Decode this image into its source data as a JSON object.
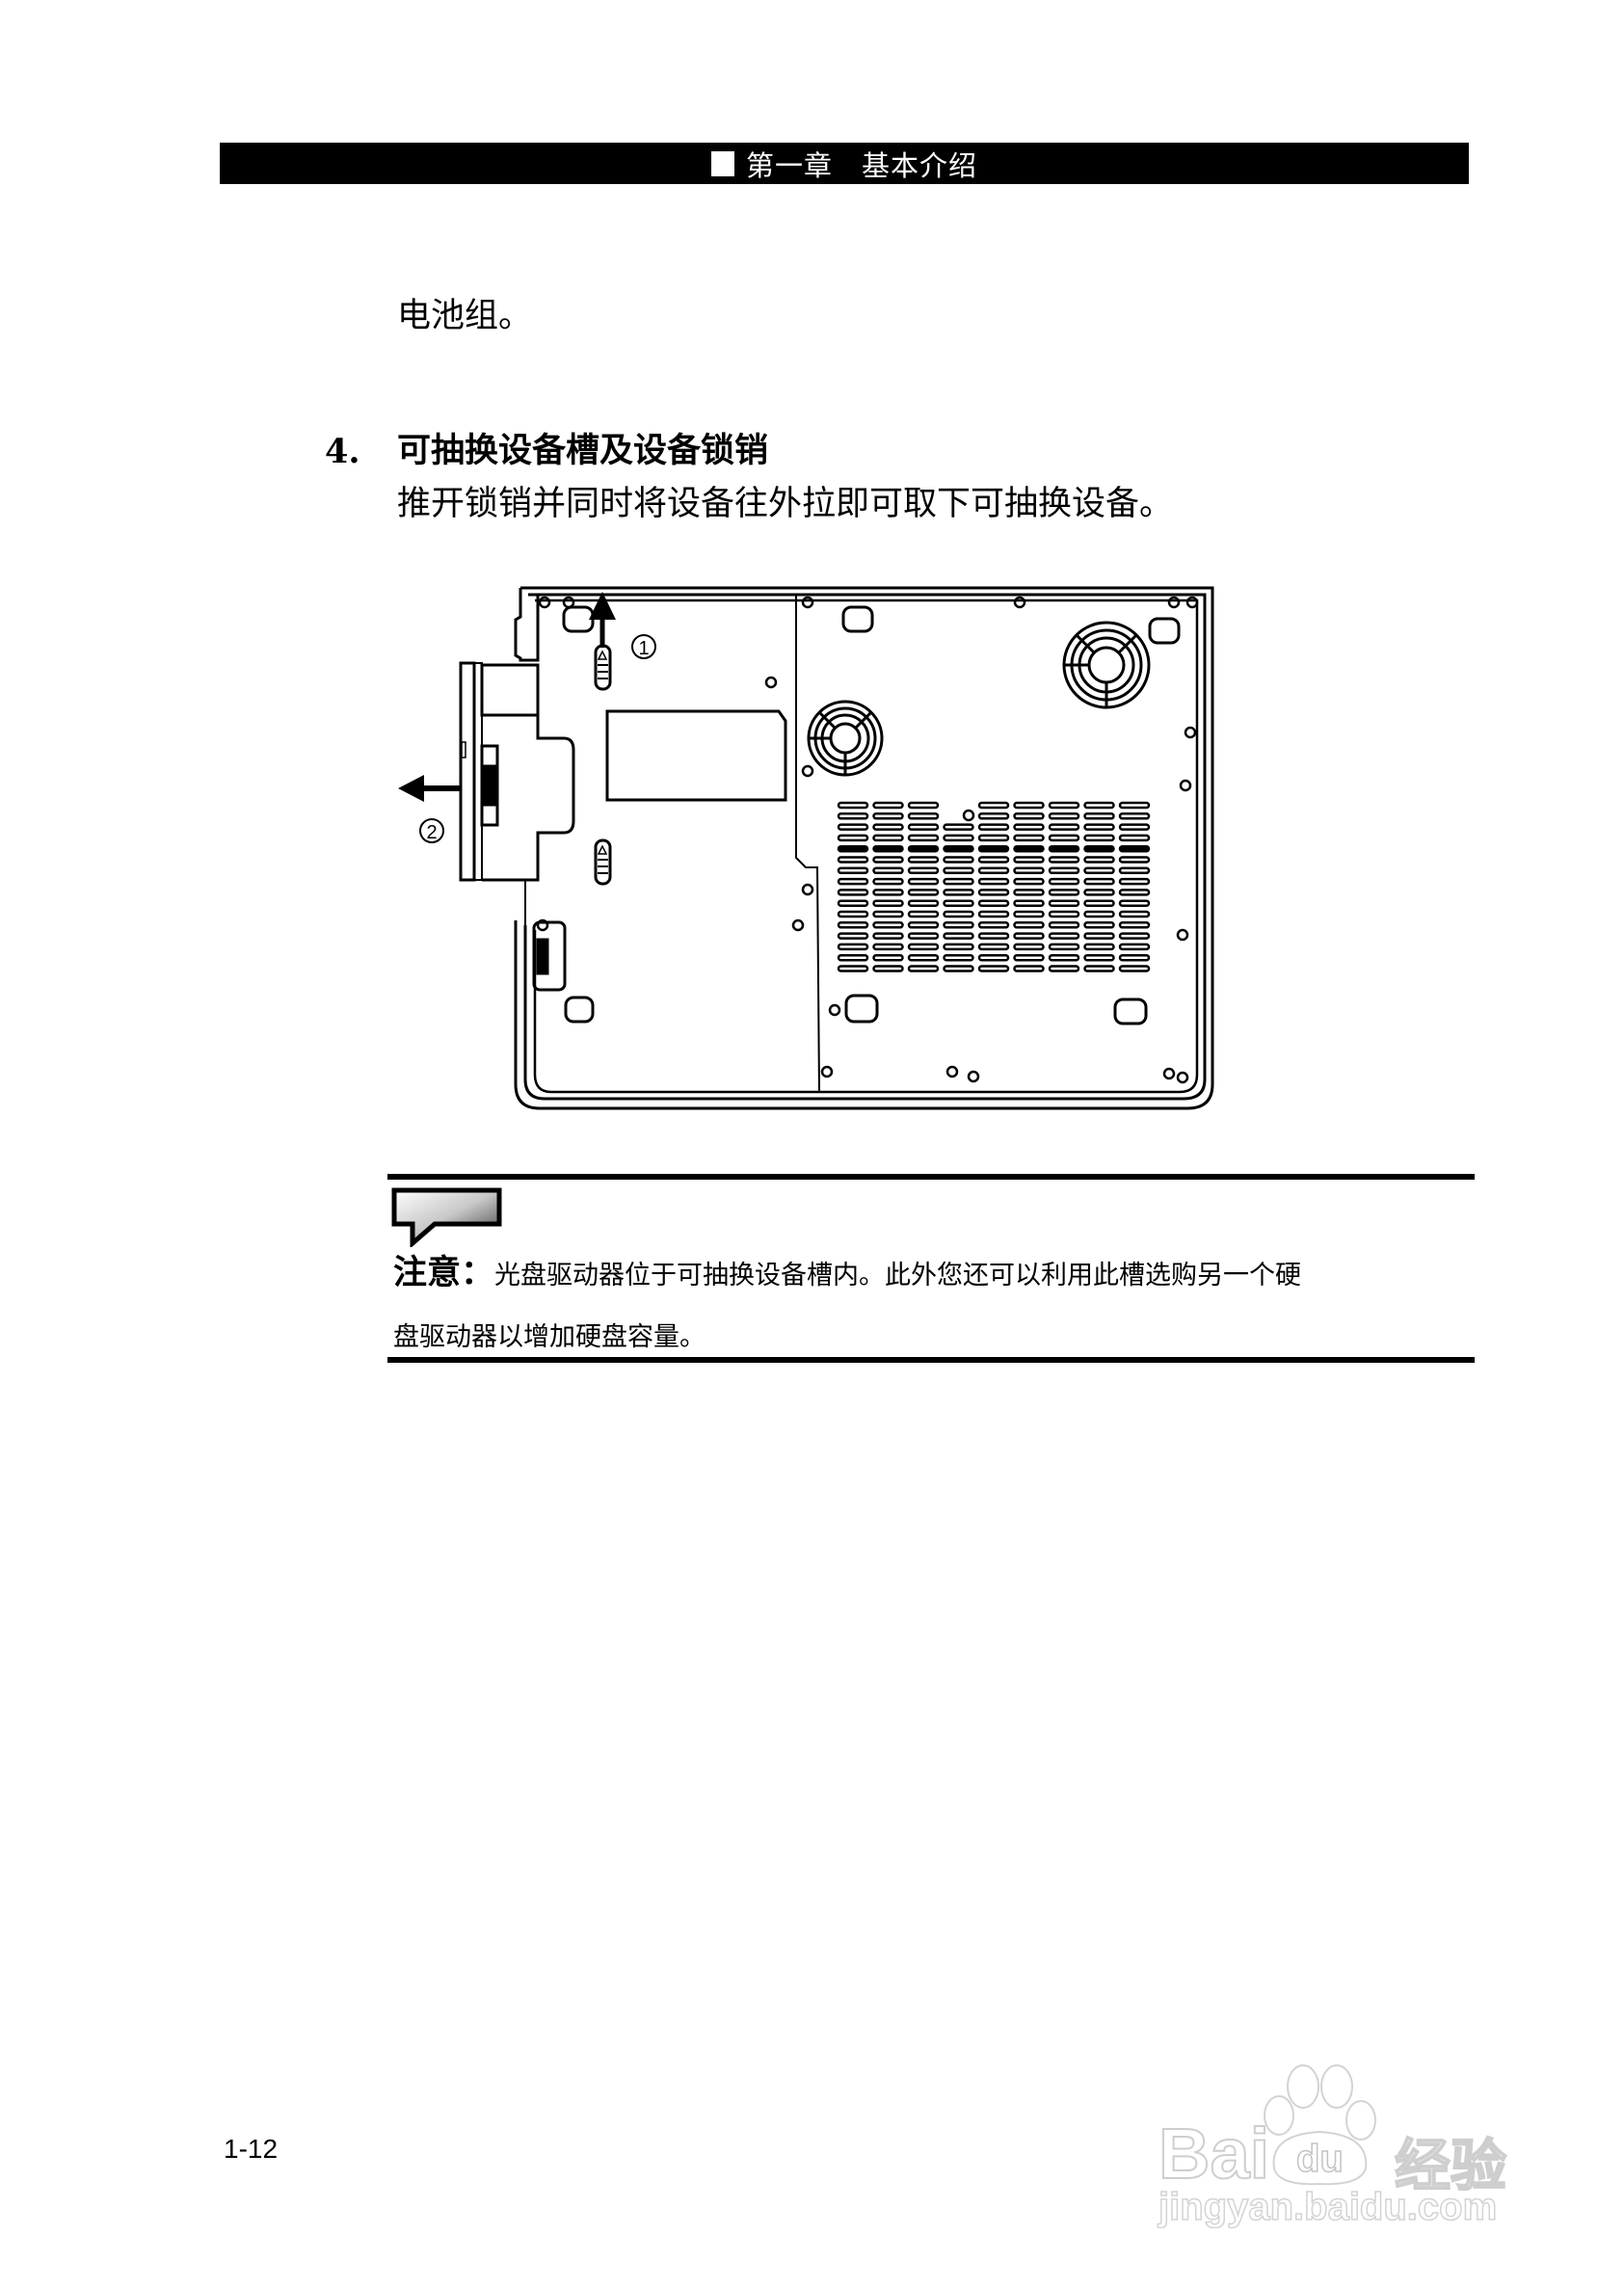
{
  "header": {
    "chapter_title": "第一章　基本介绍",
    "icon": "black-square"
  },
  "content": {
    "continuation_text": "电池组。",
    "section": {
      "number": "4.",
      "title": "可抽换设备槽及设备锁销",
      "body": "推开锁销并同时将设备往外拉即可取下可抽换设备。"
    },
    "figure": {
      "description": "笔记本电脑底部示意图：可抽换设备被拉出",
      "step_labels": [
        "①",
        "②"
      ],
      "arrows": [
        "arrow-up",
        "arrow-left"
      ],
      "vent_rows": 16,
      "vent_cols": 9
    }
  },
  "note": {
    "icon": "speech-bubble-icon",
    "label": "注意：",
    "line1": "光盘驱动器位于可抽换设备槽内。此外您还可以利用此槽选购另一个硬",
    "line2": "盘驱动器以增加硬盘容量。"
  },
  "footer": {
    "page_number": "1-12"
  },
  "watermark": {
    "brand": "Bai",
    "brand_du": "du",
    "brand_cn": "经验",
    "url": "jingyan.baidu.com"
  }
}
